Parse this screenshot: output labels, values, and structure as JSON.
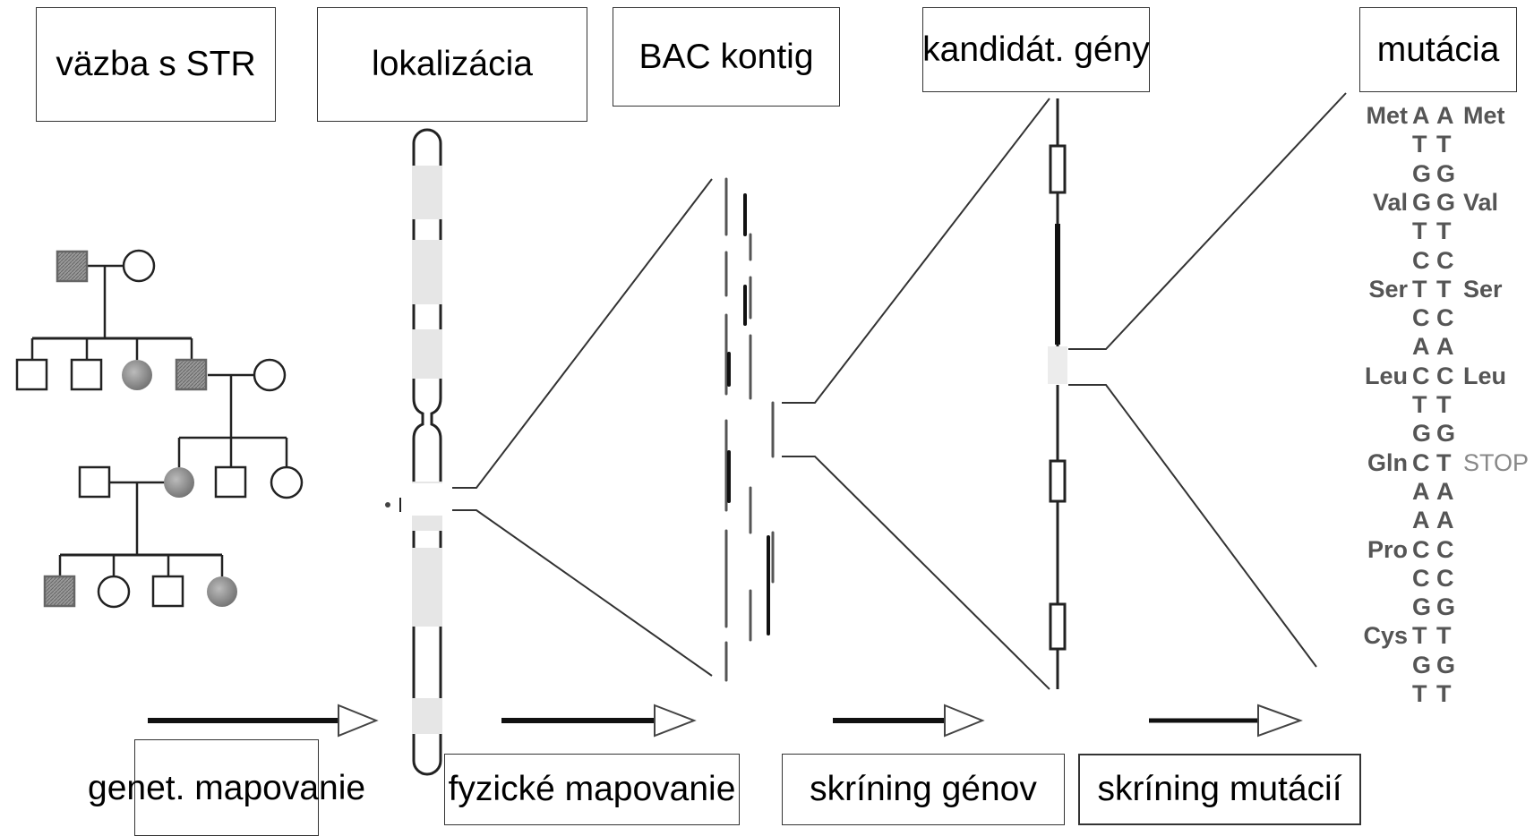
{
  "top_labels": {
    "vazba": "väzba  s STR",
    "lokalizacia": "lokalizácia",
    "bac": "BAC kontig",
    "kandidat": "kandidát. gény",
    "mutacia": "mutácia"
  },
  "bottom_labels": {
    "genet": "genet. mapovanie",
    "fyzicke": "fyzické mapovanie",
    "skrining_genov": "skríning génov",
    "skrining_mutacii": "skríning mutácií"
  },
  "dna_sequence": [
    {
      "aa_left": "Met",
      "b1": "A",
      "b2": "A",
      "aa_right": "Met"
    },
    {
      "aa_left": "",
      "b1": "T",
      "b2": "T",
      "aa_right": ""
    },
    {
      "aa_left": "",
      "b1": "G",
      "b2": "G",
      "aa_right": ""
    },
    {
      "aa_left": "Val",
      "b1": "G",
      "b2": "G",
      "aa_right": "Val"
    },
    {
      "aa_left": "",
      "b1": "T",
      "b2": "T",
      "aa_right": ""
    },
    {
      "aa_left": "",
      "b1": "C",
      "b2": "C",
      "aa_right": ""
    },
    {
      "aa_left": "Ser",
      "b1": "T",
      "b2": "T",
      "aa_right": "Ser"
    },
    {
      "aa_left": "",
      "b1": "C",
      "b2": "C",
      "aa_right": ""
    },
    {
      "aa_left": "",
      "b1": "A",
      "b2": "A",
      "aa_right": ""
    },
    {
      "aa_left": "Leu",
      "b1": "C",
      "b2": "C",
      "aa_right": "Leu"
    },
    {
      "aa_left": "",
      "b1": "T",
      "b2": "T",
      "aa_right": ""
    },
    {
      "aa_left": "",
      "b1": "G",
      "b2": "G",
      "aa_right": ""
    },
    {
      "aa_left": "Gln",
      "b1": "C",
      "b2": "T",
      "aa_right": "STOP"
    },
    {
      "aa_left": "",
      "b1": "A",
      "b2": "A",
      "aa_right": ""
    },
    {
      "aa_left": "",
      "b1": "A",
      "b2": "A",
      "aa_right": ""
    },
    {
      "aa_left": "Pro",
      "b1": "C",
      "b2": "C",
      "aa_right": ""
    },
    {
      "aa_left": "",
      "b1": "C",
      "b2": "C",
      "aa_right": ""
    },
    {
      "aa_left": "",
      "b1": "G",
      "b2": "G",
      "aa_right": ""
    },
    {
      "aa_left": "Cys",
      "b1": "T",
      "b2": "T",
      "aa_right": ""
    },
    {
      "aa_left": "",
      "b1": "G",
      "b2": "G",
      "aa_right": ""
    },
    {
      "aa_left": "",
      "b1": "T",
      "b2": "T",
      "aa_right": ""
    }
  ]
}
